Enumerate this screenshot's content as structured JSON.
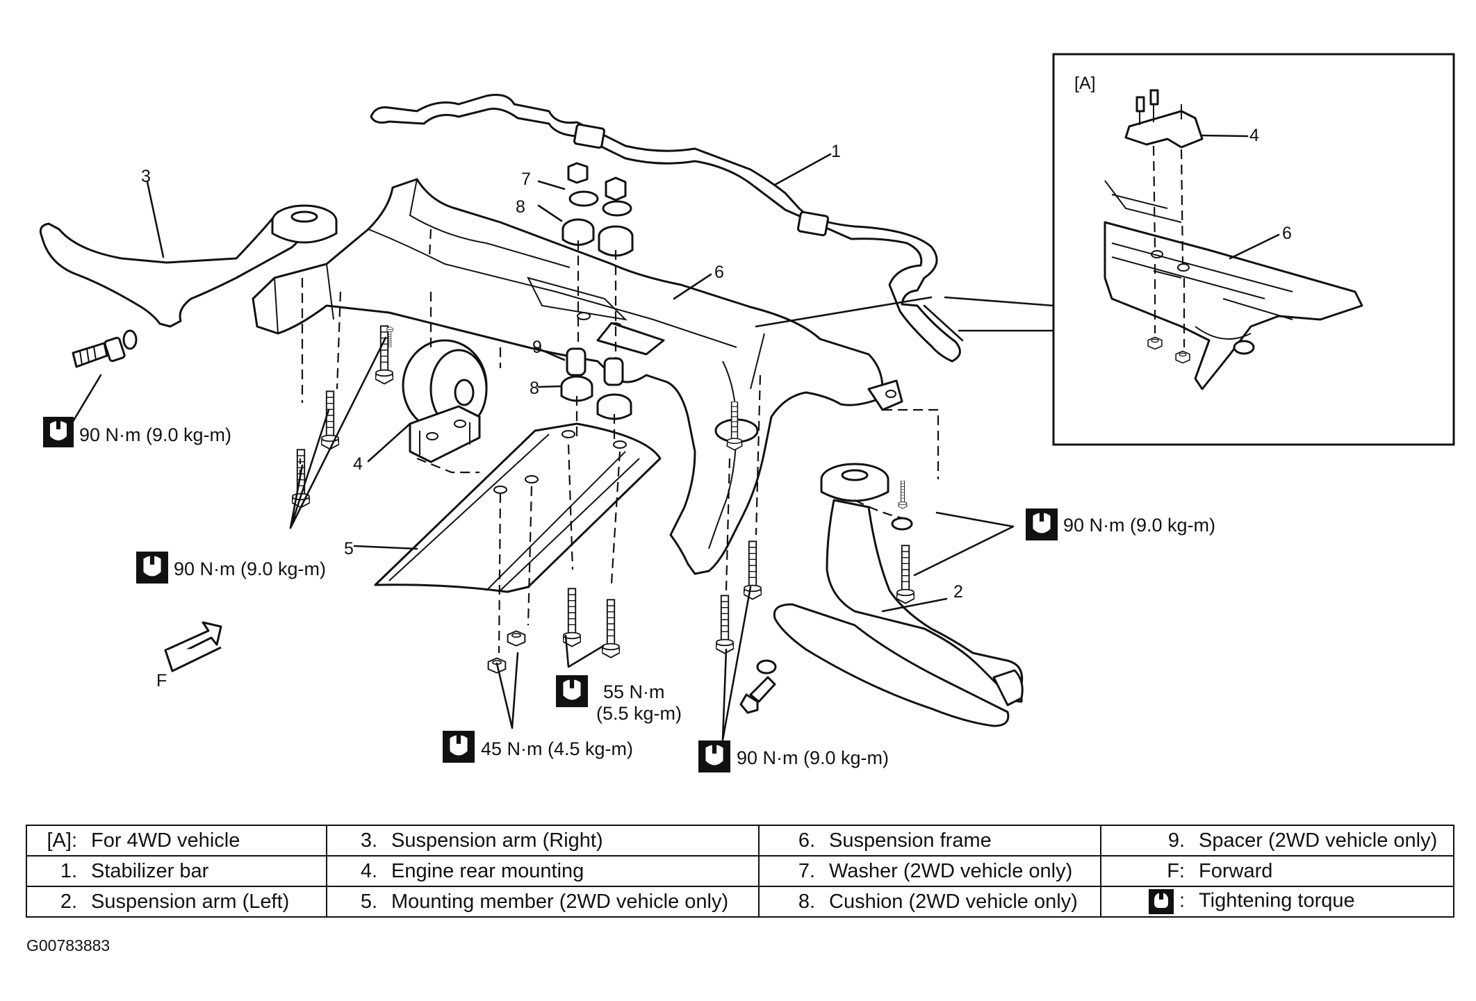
{
  "inset": {
    "tag": "[A]",
    "labels": [
      "4",
      "6"
    ]
  },
  "part_labels": {
    "p1": "1",
    "p2": "2",
    "p3": "3",
    "p4": "4",
    "p5": "5",
    "p6": "6",
    "p7": "7",
    "p8a": "8",
    "p8b": "8",
    "p9": "9"
  },
  "forward_label": "F",
  "torques": {
    "left_arm": "90 N·m (9.0 kg-m)",
    "frame_left": "90 N·m (9.0 kg-m)",
    "right_arm": "90 N·m (9.0 kg-m)",
    "member_line1": "55 N·m",
    "member_line2": "(5.5 kg-m)",
    "member_nuts": "45 N·m (4.5 kg-m)",
    "frame_bottom": "90 N·m (9.0 kg-m)"
  },
  "legend": [
    [
      {
        "k": "[A]:",
        "v": "For 4WD vehicle"
      },
      {
        "k": "3.",
        "v": "Suspension arm (Right)"
      },
      {
        "k": "6.",
        "v": "Suspension frame"
      },
      {
        "k": "9.",
        "v": "Spacer (2WD vehicle only)"
      }
    ],
    [
      {
        "k": "1.",
        "v": "Stabilizer bar"
      },
      {
        "k": "4.",
        "v": "Engine rear mounting"
      },
      {
        "k": "7.",
        "v": "Washer (2WD vehicle only)"
      },
      {
        "k": "F:",
        "v": "Forward"
      }
    ],
    [
      {
        "k": "2.",
        "v": "Suspension arm (Left)"
      },
      {
        "k": "5.",
        "v": "Mounting member (2WD vehicle only)"
      },
      {
        "k": "8.",
        "v": "Cushion (2WD vehicle only)"
      },
      {
        "k": ":",
        "v": "Tightening torque",
        "icon": true
      }
    ]
  ],
  "figure_id": "G00783883"
}
